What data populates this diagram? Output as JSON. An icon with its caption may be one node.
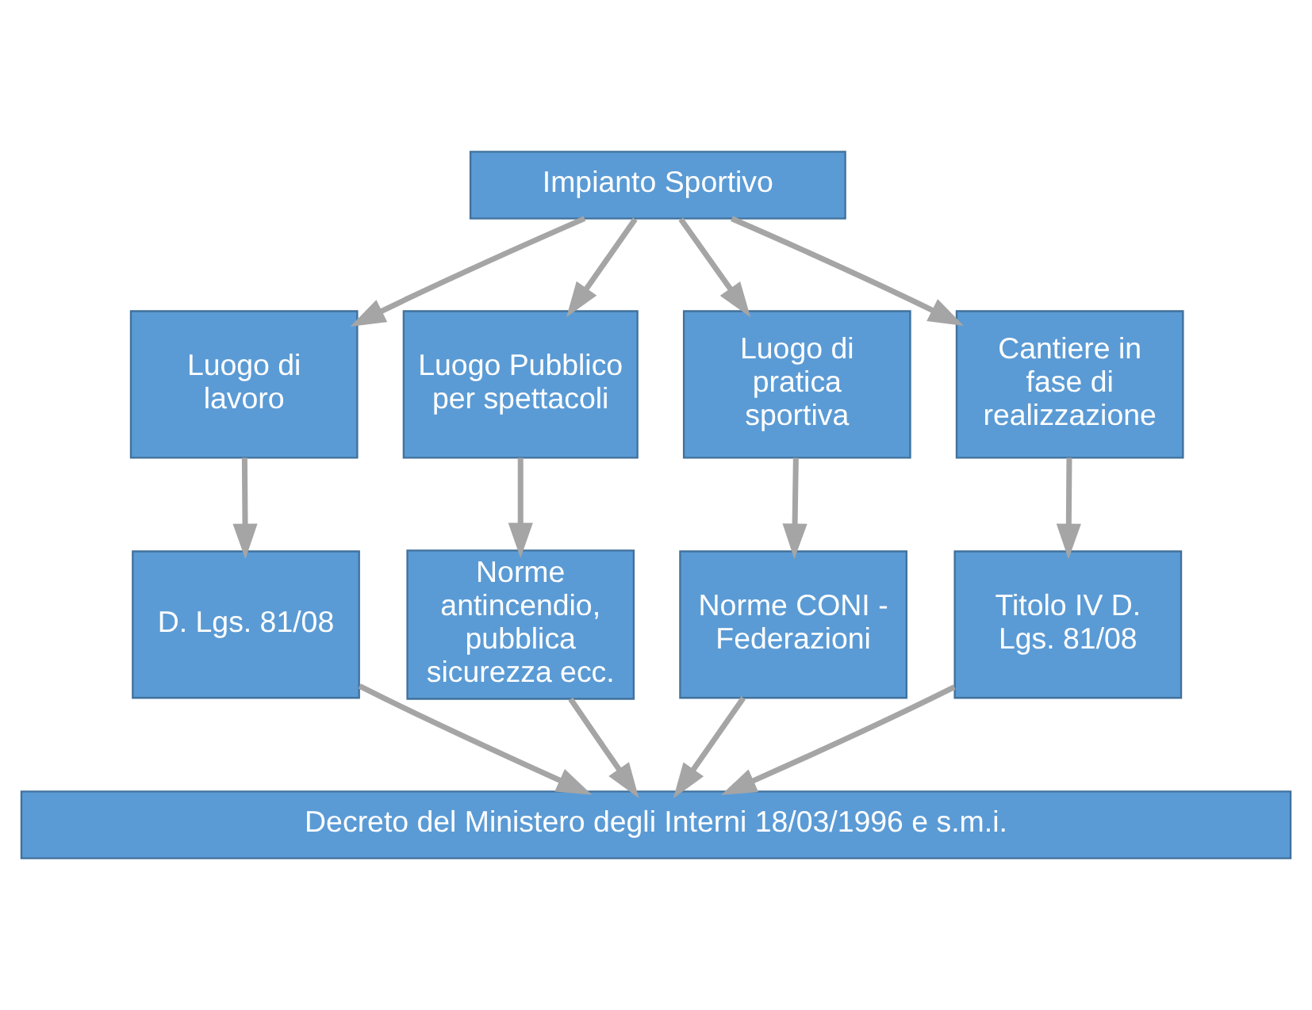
{
  "diagram": {
    "nodes": [
      {
        "text": [
          "Impianto Sportivo"
        ]
      },
      {
        "text": [
          "Luogo di lavoro"
        ]
      },
      {
        "text": [
          "Luogo Pubblico per spettacoli"
        ]
      },
      {
        "text": [
          "Luogo di pratica sportiva"
        ]
      },
      {
        "text": [
          "Cantiere in fase di realizzazione"
        ]
      },
      {
        "text": [
          "D. Lgs. 81/08"
        ]
      },
      {
        "text": [
          "Norme antincendio, pubblica sicurezza ecc."
        ]
      },
      {
        "text": [
          "Norme CONI - Federazioni"
        ]
      },
      {
        "text": [
          "Titolo IV D. Lgs. 81/08"
        ]
      },
      {
        "text": [
          "Decreto del Ministero degli Interni 18/03/1996 e s.m.i."
        ]
      }
    ],
    "edges": [
      {
        "from": 0,
        "to": 1,
        "arrow": "to"
      },
      {
        "from": 0,
        "to": 2,
        "arrow": "to"
      },
      {
        "from": 0,
        "to": 3,
        "arrow": "to"
      },
      {
        "from": 0,
        "to": 4,
        "arrow": "to"
      },
      {
        "from": 1,
        "to": 5,
        "arrow": "to"
      },
      {
        "from": 2,
        "to": 6,
        "arrow": "to"
      },
      {
        "from": 3,
        "to": 7,
        "arrow": "to"
      },
      {
        "from": 4,
        "to": 8,
        "arrow": "to"
      },
      {
        "from": 5,
        "to": 9,
        "arrow": "to"
      },
      {
        "from": 6,
        "to": 9,
        "arrow": "to"
      },
      {
        "from": 7,
        "to": 9,
        "arrow": "to"
      },
      {
        "from": 8,
        "to": 9,
        "arrow": "to"
      }
    ]
  }
}
